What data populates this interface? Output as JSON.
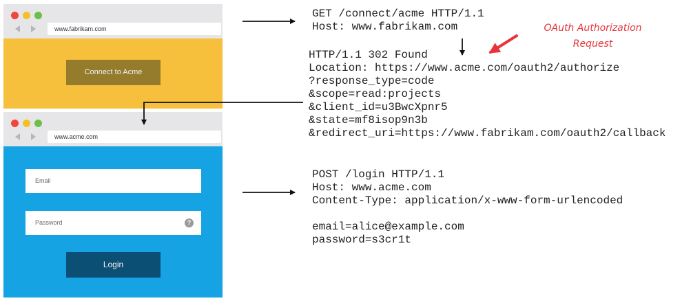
{
  "windows": [
    {
      "url": "www.fabrikam.com",
      "button_label": "Connect to Acme",
      "content_color": "#f7c03c"
    },
    {
      "url": "www.acme.com",
      "email_placeholder": "Email",
      "password_placeholder": "Password",
      "help_glyph": "?",
      "button_label": "Login",
      "content_color": "#16a3e3"
    }
  ],
  "requests": {
    "connect": [
      "GET /connect/acme HTTP/1.1",
      "Host: www.fabrikam.com"
    ],
    "redirect": [
      "HTTP/1.1 302 Found",
      "Location: https://www.acme.com/oauth2/authorize",
      "?response_type=code",
      "&scope=read:projects",
      "&client_id=u3BwcXpnr5",
      "&state=mf8isop9n3b",
      "&redirect_uri=https://www.fabrikam.com/oauth2/callback"
    ],
    "login": [
      "POST /login HTTP/1.1",
      "Host: www.acme.com",
      "Content-Type: application/x-www-form-urlencoded",
      "",
      "email=alice@example.com",
      "password=s3cr1t"
    ]
  },
  "annotation": {
    "line1": "OAuth Authorization",
    "line2": "Request",
    "color": "#e8333a"
  },
  "icons": [
    "back-arrow-icon",
    "forward-arrow-icon",
    "help-icon"
  ]
}
